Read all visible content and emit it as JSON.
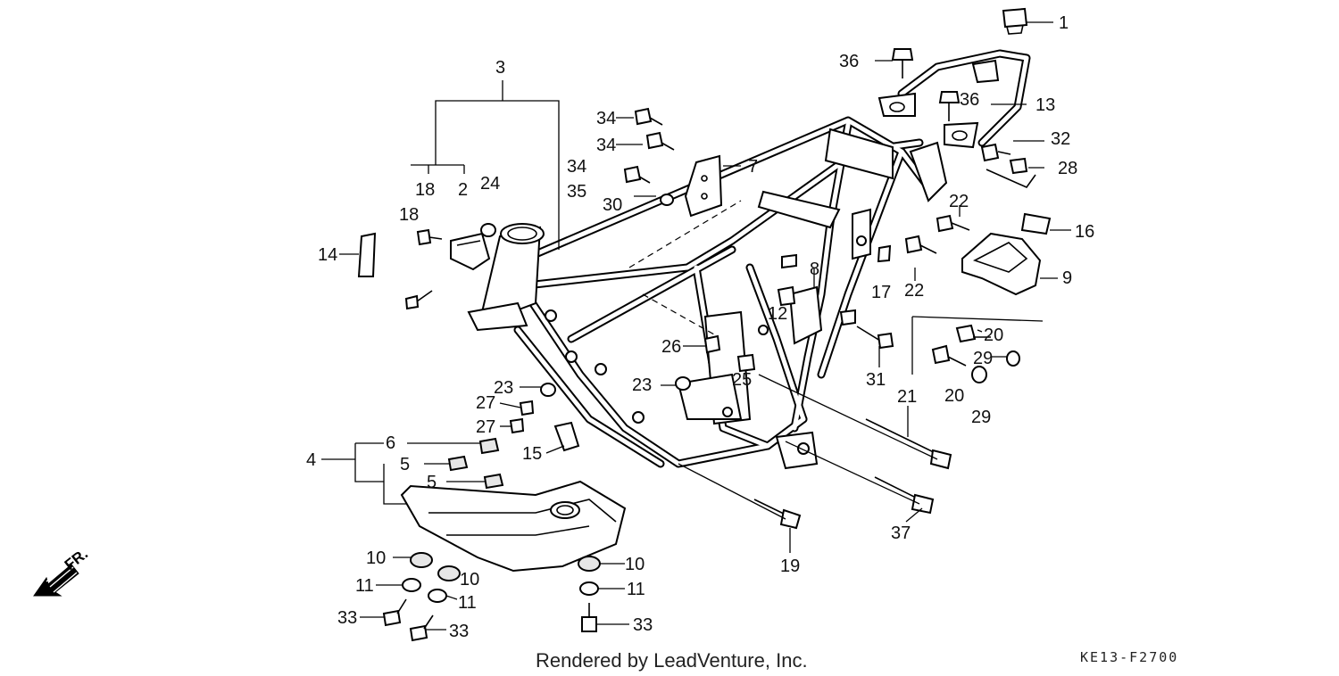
{
  "callouts": [
    "1",
    "2",
    "3",
    "4",
    "5",
    "6",
    "7",
    "8",
    "9",
    "10",
    "11",
    "12",
    "13",
    "14",
    "15",
    "16",
    "17",
    "18",
    "19",
    "20",
    "21",
    "22",
    "23",
    "24",
    "25",
    "26",
    "27",
    "28",
    "29",
    "30",
    "31",
    "32",
    "33",
    "34",
    "35",
    "36",
    "37"
  ],
  "front_marker": "FR.",
  "footer": {
    "credit": "Rendered by LeadVenture, Inc.",
    "diagram_code": "KE13-F2700"
  }
}
